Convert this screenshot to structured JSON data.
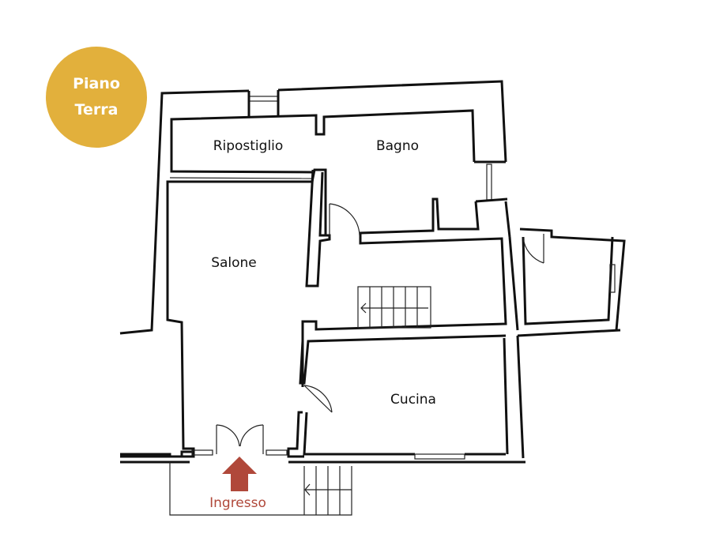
{
  "badge": {
    "line1": "Piano",
    "line2": "Terra",
    "color": "#E2B03C"
  },
  "rooms": {
    "ripostiglio": "Ripostiglio",
    "bagno": "Bagno",
    "salone": "Salone",
    "cucina": "Cucina"
  },
  "entrance": {
    "label": "Ingresso",
    "color": "#B0483A"
  }
}
